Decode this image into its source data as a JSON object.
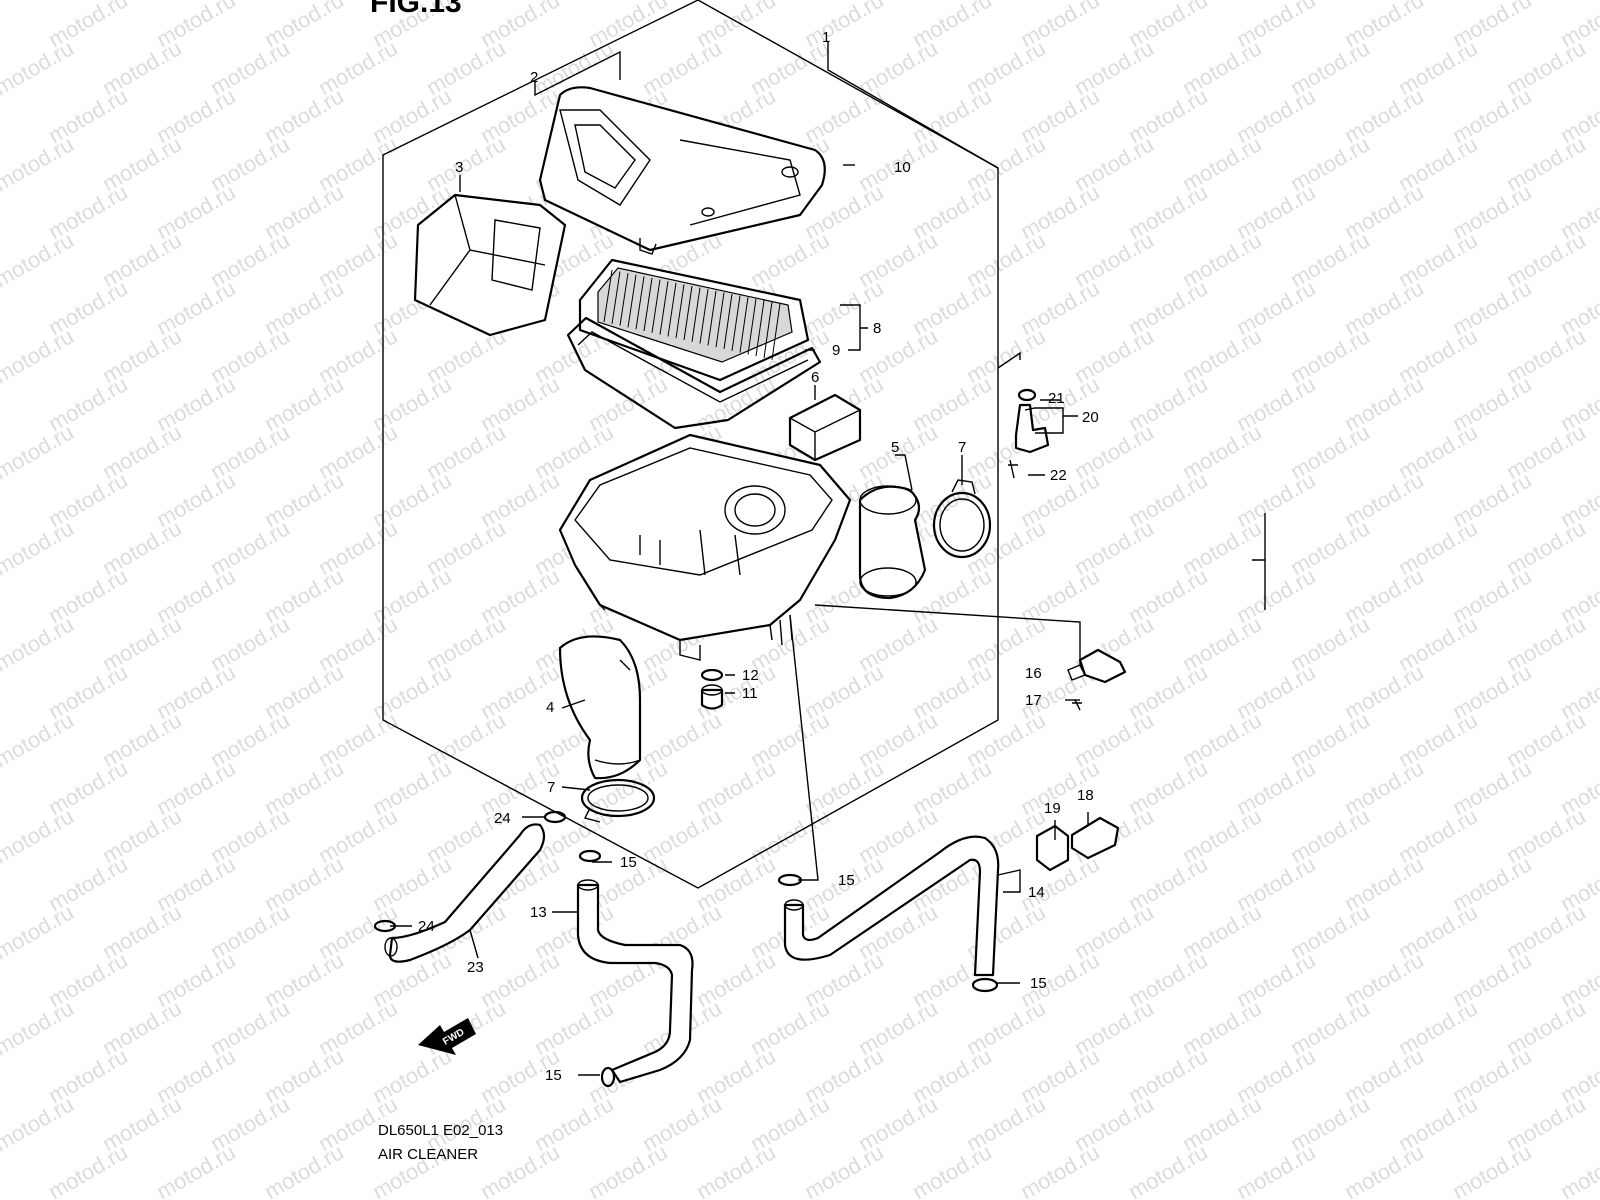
{
  "figure": {
    "title": "FIG.13",
    "model_code": "DL650L1 E02_013",
    "caption": "AIR CLEANER",
    "watermark": "motod.ru",
    "direction_label": "FWD"
  },
  "callouts": [
    {
      "id": "c1",
      "label": "1"
    },
    {
      "id": "c2",
      "label": "2"
    },
    {
      "id": "c3",
      "label": "3"
    },
    {
      "id": "c4",
      "label": "4"
    },
    {
      "id": "c5",
      "label": "5"
    },
    {
      "id": "c6",
      "label": "6"
    },
    {
      "id": "c7a",
      "label": "7"
    },
    {
      "id": "c7b",
      "label": "7"
    },
    {
      "id": "c8",
      "label": "8"
    },
    {
      "id": "c9",
      "label": "9"
    },
    {
      "id": "c10",
      "label": "10"
    },
    {
      "id": "c11",
      "label": "11"
    },
    {
      "id": "c12",
      "label": "12"
    },
    {
      "id": "c13",
      "label": "13"
    },
    {
      "id": "c14",
      "label": "14"
    },
    {
      "id": "c15a",
      "label": "15"
    },
    {
      "id": "c15b",
      "label": "15"
    },
    {
      "id": "c15c",
      "label": "15"
    },
    {
      "id": "c15d",
      "label": "15"
    },
    {
      "id": "c16",
      "label": "16"
    },
    {
      "id": "c17",
      "label": "17"
    },
    {
      "id": "c18",
      "label": "18"
    },
    {
      "id": "c19",
      "label": "19"
    },
    {
      "id": "c20",
      "label": "20"
    },
    {
      "id": "c21",
      "label": "21"
    },
    {
      "id": "c22",
      "label": "22"
    },
    {
      "id": "c23",
      "label": "23"
    },
    {
      "id": "c24a",
      "label": "24"
    },
    {
      "id": "c24b",
      "label": "24"
    }
  ]
}
